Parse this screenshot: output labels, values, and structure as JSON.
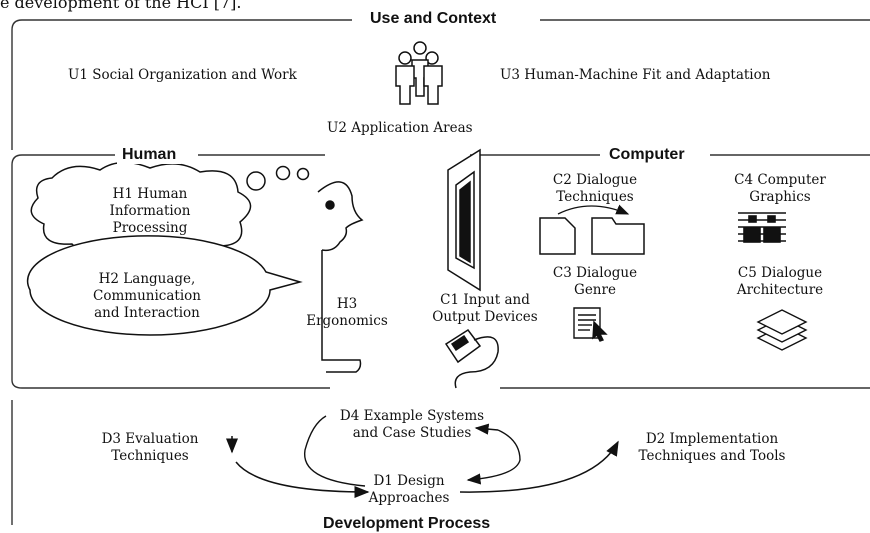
{
  "caption_fragment": "e development of the HCI [7].",
  "sections": {
    "use_context": "Use and Context",
    "human": "Human",
    "computer": "Computer",
    "development": "Development Process"
  },
  "use": {
    "u1": "U1 Social Organization and Work",
    "u2": "U2 Application Areas",
    "u3": "U3 Human-Machine Fit and Adaptation"
  },
  "human": {
    "h1": [
      "H1 Human",
      "Information",
      "Processing"
    ],
    "h2": [
      "H2 Language,",
      "Communication",
      "and Interaction"
    ],
    "h3": [
      "H3",
      "Ergonomics"
    ]
  },
  "computer": {
    "c1": [
      "C1 Input and",
      "Output Devices"
    ],
    "c2": [
      "C2 Dialogue",
      "Techniques"
    ],
    "c3": [
      "C3 Dialogue",
      "Genre"
    ],
    "c4": [
      "C4 Computer",
      "Graphics"
    ],
    "c5": [
      "C5 Dialogue",
      "Architecture"
    ]
  },
  "development": {
    "d1": [
      "D1 Design",
      "Approaches"
    ],
    "d2": [
      "D2 Implementation",
      "Techniques and Tools"
    ],
    "d3": [
      "D3 Evaluation",
      "Techniques"
    ],
    "d4": [
      "D4 Example Systems",
      "and Case Studies"
    ]
  },
  "icons": [
    "people-icon",
    "human-head-icon",
    "monitor-icon",
    "document-icon",
    "folder-icon",
    "graphics-icon",
    "screen-pointer-icon",
    "layers-icon",
    "mouse-icon"
  ]
}
